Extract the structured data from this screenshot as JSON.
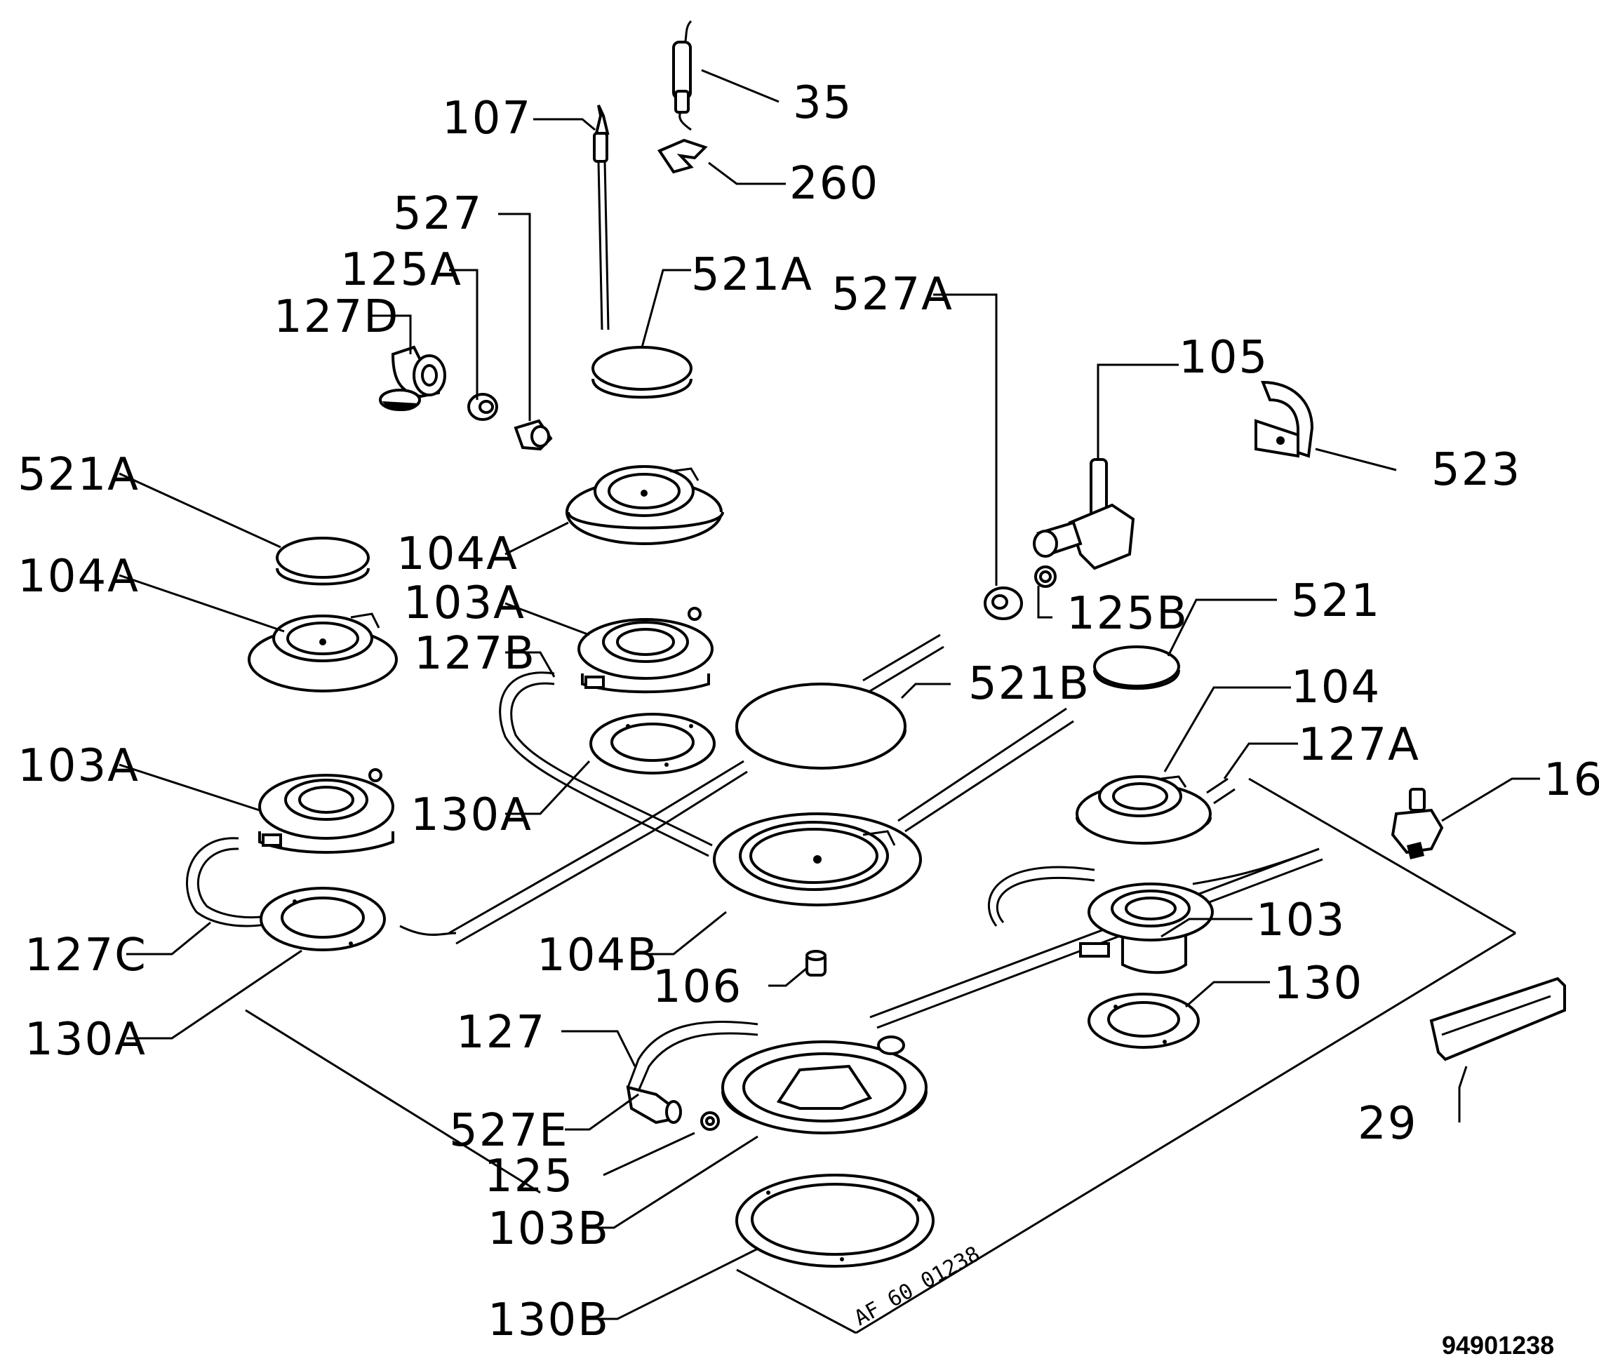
{
  "diagram": {
    "document_number": "94901238",
    "stamp": "AF 60 01238",
    "labels": [
      {
        "id": "35",
        "text": "35"
      },
      {
        "id": "107",
        "text": "107"
      },
      {
        "id": "260",
        "text": "260"
      },
      {
        "id": "527",
        "text": "527"
      },
      {
        "id": "125A",
        "text": "125A"
      },
      {
        "id": "521A-top",
        "text": "521A"
      },
      {
        "id": "127D",
        "text": "127D"
      },
      {
        "id": "527A",
        "text": "527A"
      },
      {
        "id": "105",
        "text": "105"
      },
      {
        "id": "523",
        "text": "523"
      },
      {
        "id": "521A-left",
        "text": "521A"
      },
      {
        "id": "104A-center",
        "text": "104A"
      },
      {
        "id": "104A-left",
        "text": "104A"
      },
      {
        "id": "103A-center",
        "text": "103A"
      },
      {
        "id": "125B",
        "text": "125B"
      },
      {
        "id": "521",
        "text": "521"
      },
      {
        "id": "127B",
        "text": "127B"
      },
      {
        "id": "521B",
        "text": "521B"
      },
      {
        "id": "104",
        "text": "104"
      },
      {
        "id": "127A",
        "text": "127A"
      },
      {
        "id": "103A-left",
        "text": "103A"
      },
      {
        "id": "130A-center",
        "text": "130A"
      },
      {
        "id": "16",
        "text": "16"
      },
      {
        "id": "103",
        "text": "103"
      },
      {
        "id": "127C",
        "text": "127C"
      },
      {
        "id": "104B",
        "text": "104B"
      },
      {
        "id": "106",
        "text": "106"
      },
      {
        "id": "130",
        "text": "130"
      },
      {
        "id": "130A-left",
        "text": "130A"
      },
      {
        "id": "127",
        "text": "127"
      },
      {
        "id": "29",
        "text": "29"
      },
      {
        "id": "527E",
        "text": "527E"
      },
      {
        "id": "125",
        "text": "125"
      },
      {
        "id": "103B",
        "text": "103B"
      },
      {
        "id": "130B",
        "text": "130B"
      }
    ]
  }
}
